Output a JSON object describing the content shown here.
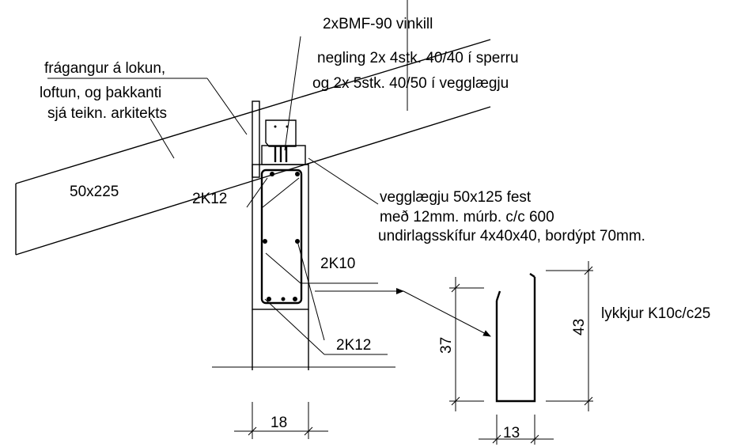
{
  "labels": {
    "bracket": "2xBMF-90 vinkill",
    "nailing_1": "negling 2x 4stk. 40/40 í sperru",
    "nailing_2": "og 2x 5stk. 40/50 í vegglægju",
    "finish_1": "frágangur á lokun,",
    "finish_2": "loftun, og þakkanti",
    "finish_3": "sjá teikn. arkitekts",
    "rafter": "50x225",
    "rebar_top": "2K12",
    "plate_1": "vegglægju 50x125 fest",
    "plate_2": "með 12mm. múrb. c/c 600",
    "plate_3": "undirlagsskífur 4x40x40, bordýpt 70mm.",
    "rebar_mid": "2K10",
    "rebar_bottom": "2K12",
    "stirrups": "lykkjur K10c/c25"
  },
  "dimensions": {
    "wall_width": "18",
    "stirrup_height_inner": "37",
    "stirrup_height_outer": "43",
    "stirrup_width": "13"
  }
}
